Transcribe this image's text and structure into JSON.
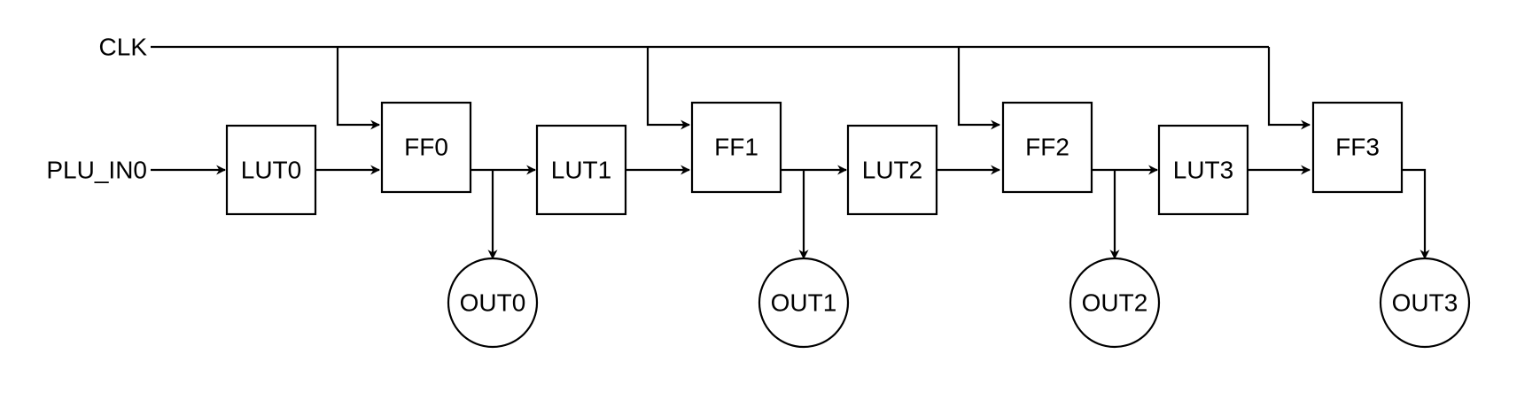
{
  "signals": {
    "clock": "CLK",
    "input": "PLU_IN0"
  },
  "luts": [
    "LUT0",
    "LUT1",
    "LUT2",
    "LUT3"
  ],
  "flip_flops": [
    "FF0",
    "FF1",
    "FF2",
    "FF3"
  ],
  "outputs": [
    "OUT0",
    "OUT1",
    "OUT2",
    "OUT3"
  ],
  "colors": {
    "stroke": "#000000",
    "background": "#ffffff"
  }
}
